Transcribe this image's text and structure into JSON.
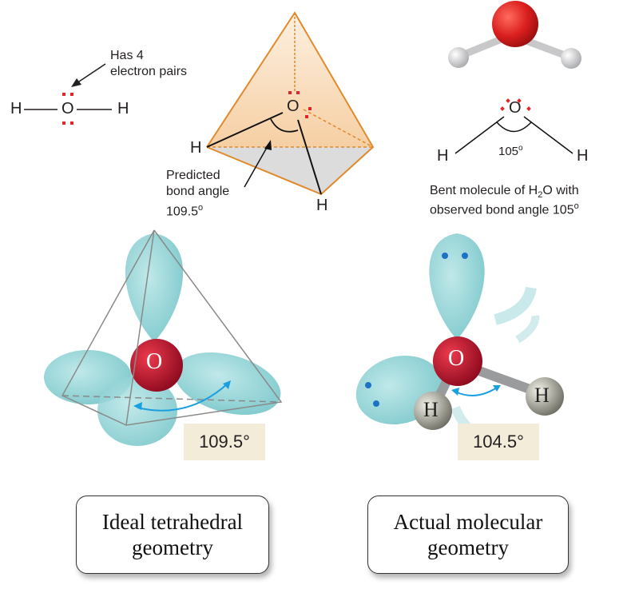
{
  "lewis": {
    "annotation_line1": "Has 4",
    "annotation_line2": "electron pairs",
    "left_h": "H",
    "o": "O",
    "right_h": "H"
  },
  "tetrahedron": {
    "o": "O",
    "h_left": "H",
    "h_bottom": "H",
    "predicted_line1": "Predicted",
    "predicted_line2": "bond angle",
    "predicted_value": "109.5",
    "degree": "o"
  },
  "bent": {
    "o": "O",
    "h_left": "H",
    "h_right": "H",
    "angle": "105",
    "degree": "o",
    "caption_line1_pre": "Bent molecule of H",
    "caption_sub": "2",
    "caption_line1_post": "O with",
    "caption_line2": "observed bond angle 105",
    "caption_degree": "o"
  },
  "ideal_model": {
    "o_label": "O",
    "angle_label": "109.5°"
  },
  "actual_model": {
    "o_label": "O",
    "h_left": "H",
    "h_right": "H",
    "angle_label": "104.5°"
  },
  "captions": {
    "ideal_line1": "Ideal tetrahedral",
    "ideal_line2": "geometry",
    "actual_line1": "Actual molecular",
    "actual_line2": "geometry"
  },
  "colors": {
    "lone_pair_red": "#e0262a",
    "tetra_orange": "#e88a2c",
    "tetra_fill": "#fbe3c8",
    "orbital_cyan": "#8fd3d6",
    "oxygen_red": "#c8102e",
    "arrow_blue": "#1a9fe0",
    "label_bg": "#f3ecd9"
  }
}
